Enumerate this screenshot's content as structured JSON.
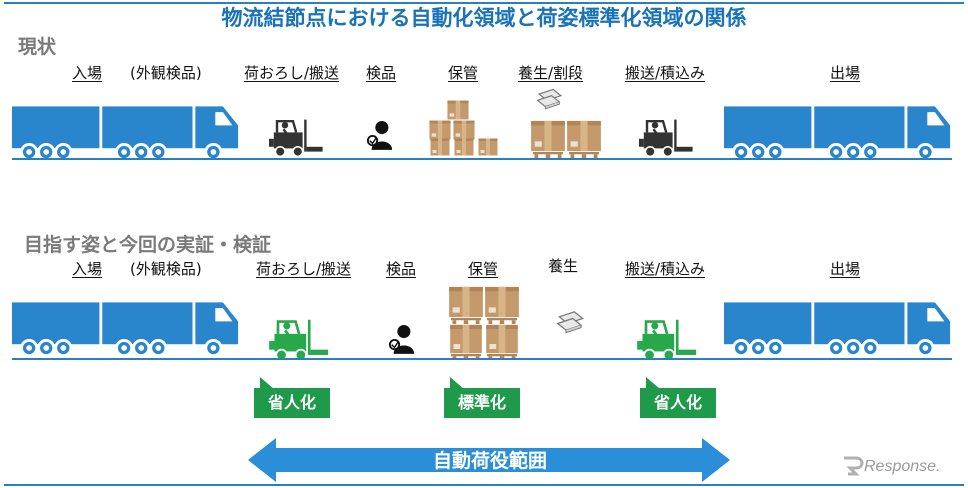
{
  "title": "物流結節点における自動化領域と荷姿標準化領域の関係",
  "current": {
    "label": "現状",
    "stages": [
      "入場",
      "(外観検品)",
      "荷おろし/搬送",
      "検品",
      "保管",
      "養生/割段",
      "搬送/積込み",
      "出場"
    ]
  },
  "target": {
    "label": "目指す姿と今回の実証・検証",
    "stages": [
      "入場",
      "(外観検品)",
      "荷おろし/搬送",
      "検品",
      "保管",
      "養生",
      "搬送/積込み",
      "出場"
    ],
    "callouts": [
      "省人化",
      "標準化",
      "省人化"
    ]
  },
  "automation_range": "自動荷役範囲",
  "logo_text": "Response.",
  "colors": {
    "truck": "#2a86cc",
    "forklift_current": "#333333",
    "forklift_target": "#27a84a",
    "box": "#c49a6c",
    "callout": "#1f9a4a",
    "arrow": "#2a8fd8",
    "accent": "#1a73b8"
  }
}
